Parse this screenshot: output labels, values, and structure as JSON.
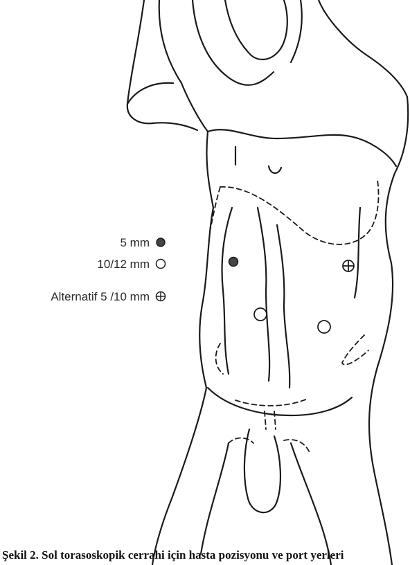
{
  "legend": [
    {
      "label": "5 mm",
      "symbol": "filled-circle-icon"
    },
    {
      "label": "10/12 mm",
      "symbol": "open-circle-icon"
    },
    {
      "label": "Alternatif 5 /10 mm",
      "symbol": "crossed-circle-icon"
    }
  ],
  "caption": "Şekil 2. Sol torasoskopik cerrahi için hasta pozisyonu ve port yerleri",
  "colors": {
    "line": "#1a1a1a",
    "fill": "#444444"
  }
}
